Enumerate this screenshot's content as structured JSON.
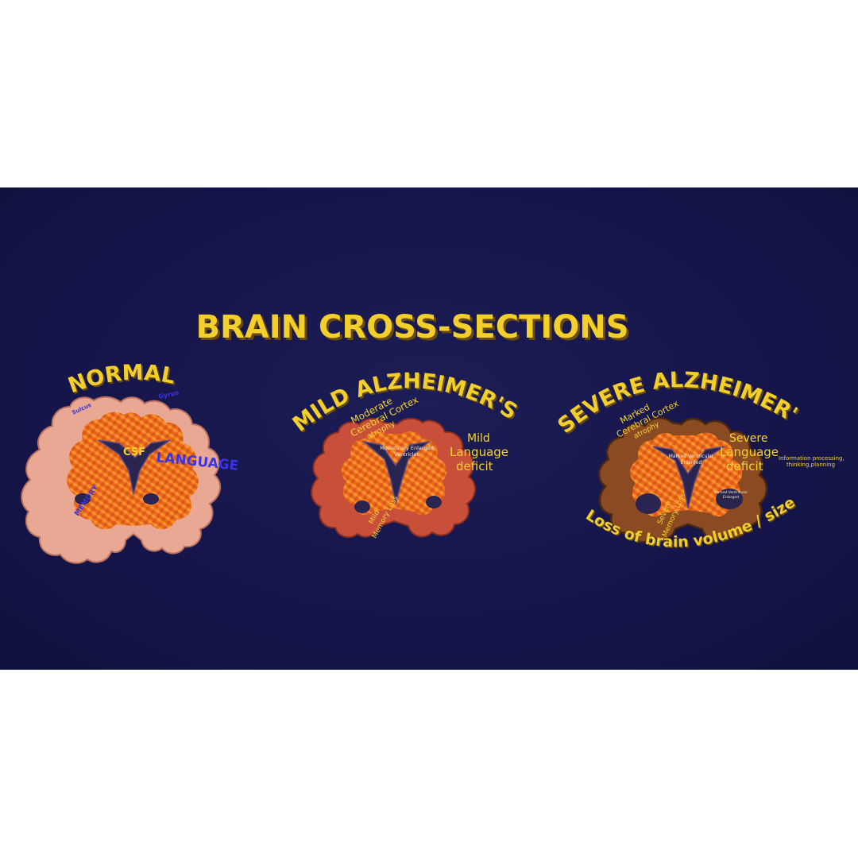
{
  "title": "BRAIN CROSS-SECTIONS",
  "panels": {
    "normal": {
      "heading": "NORMAL",
      "csf": "CSF",
      "language": "LANGUAGE",
      "memory": "MEMORY",
      "gyrus": "Gyrus",
      "sulcus": "Sulcus"
    },
    "mild": {
      "heading": "MILD ALZHEIMER'S",
      "cortex_1": "Moderate",
      "cortex_2": "Cerebral Cortex",
      "cortex_3": "atrophy",
      "ventricles_1": "Moderately Enlarged",
      "ventricles_2": "Ventricles",
      "language_1": "Mild",
      "language_2": "Language",
      "language_3": "deficit",
      "memory_1": "Mild",
      "memory_2": "Memory Loss"
    },
    "severe": {
      "heading": "SEVERE ALZHEIMER'S",
      "cortex_1": "Marked",
      "cortex_2": "Cerebral Cortex",
      "cortex_3": "atrophy",
      "ventricles_1": "Marked Ventricular",
      "ventricles_2": "Enlarged",
      "language_1": "Severe",
      "language_2": "Language",
      "language_3": "deficit",
      "info_1": "Information processing,",
      "info_2": "thinking,planning",
      "memory_1": "Severe",
      "memory_2": "Memory Loss",
      "hippo_1": "Marked Ventricular",
      "hippo_2": "Enlarged",
      "volume": "Loss of brain volume / size"
    }
  },
  "colors": {
    "background": "#15154a",
    "title": "#f2cf2a",
    "cortex_normal": "#e8a894",
    "white_matter": "#f07a22",
    "ventricle": "#2a2450",
    "label_blue": "#3a35e0"
  }
}
